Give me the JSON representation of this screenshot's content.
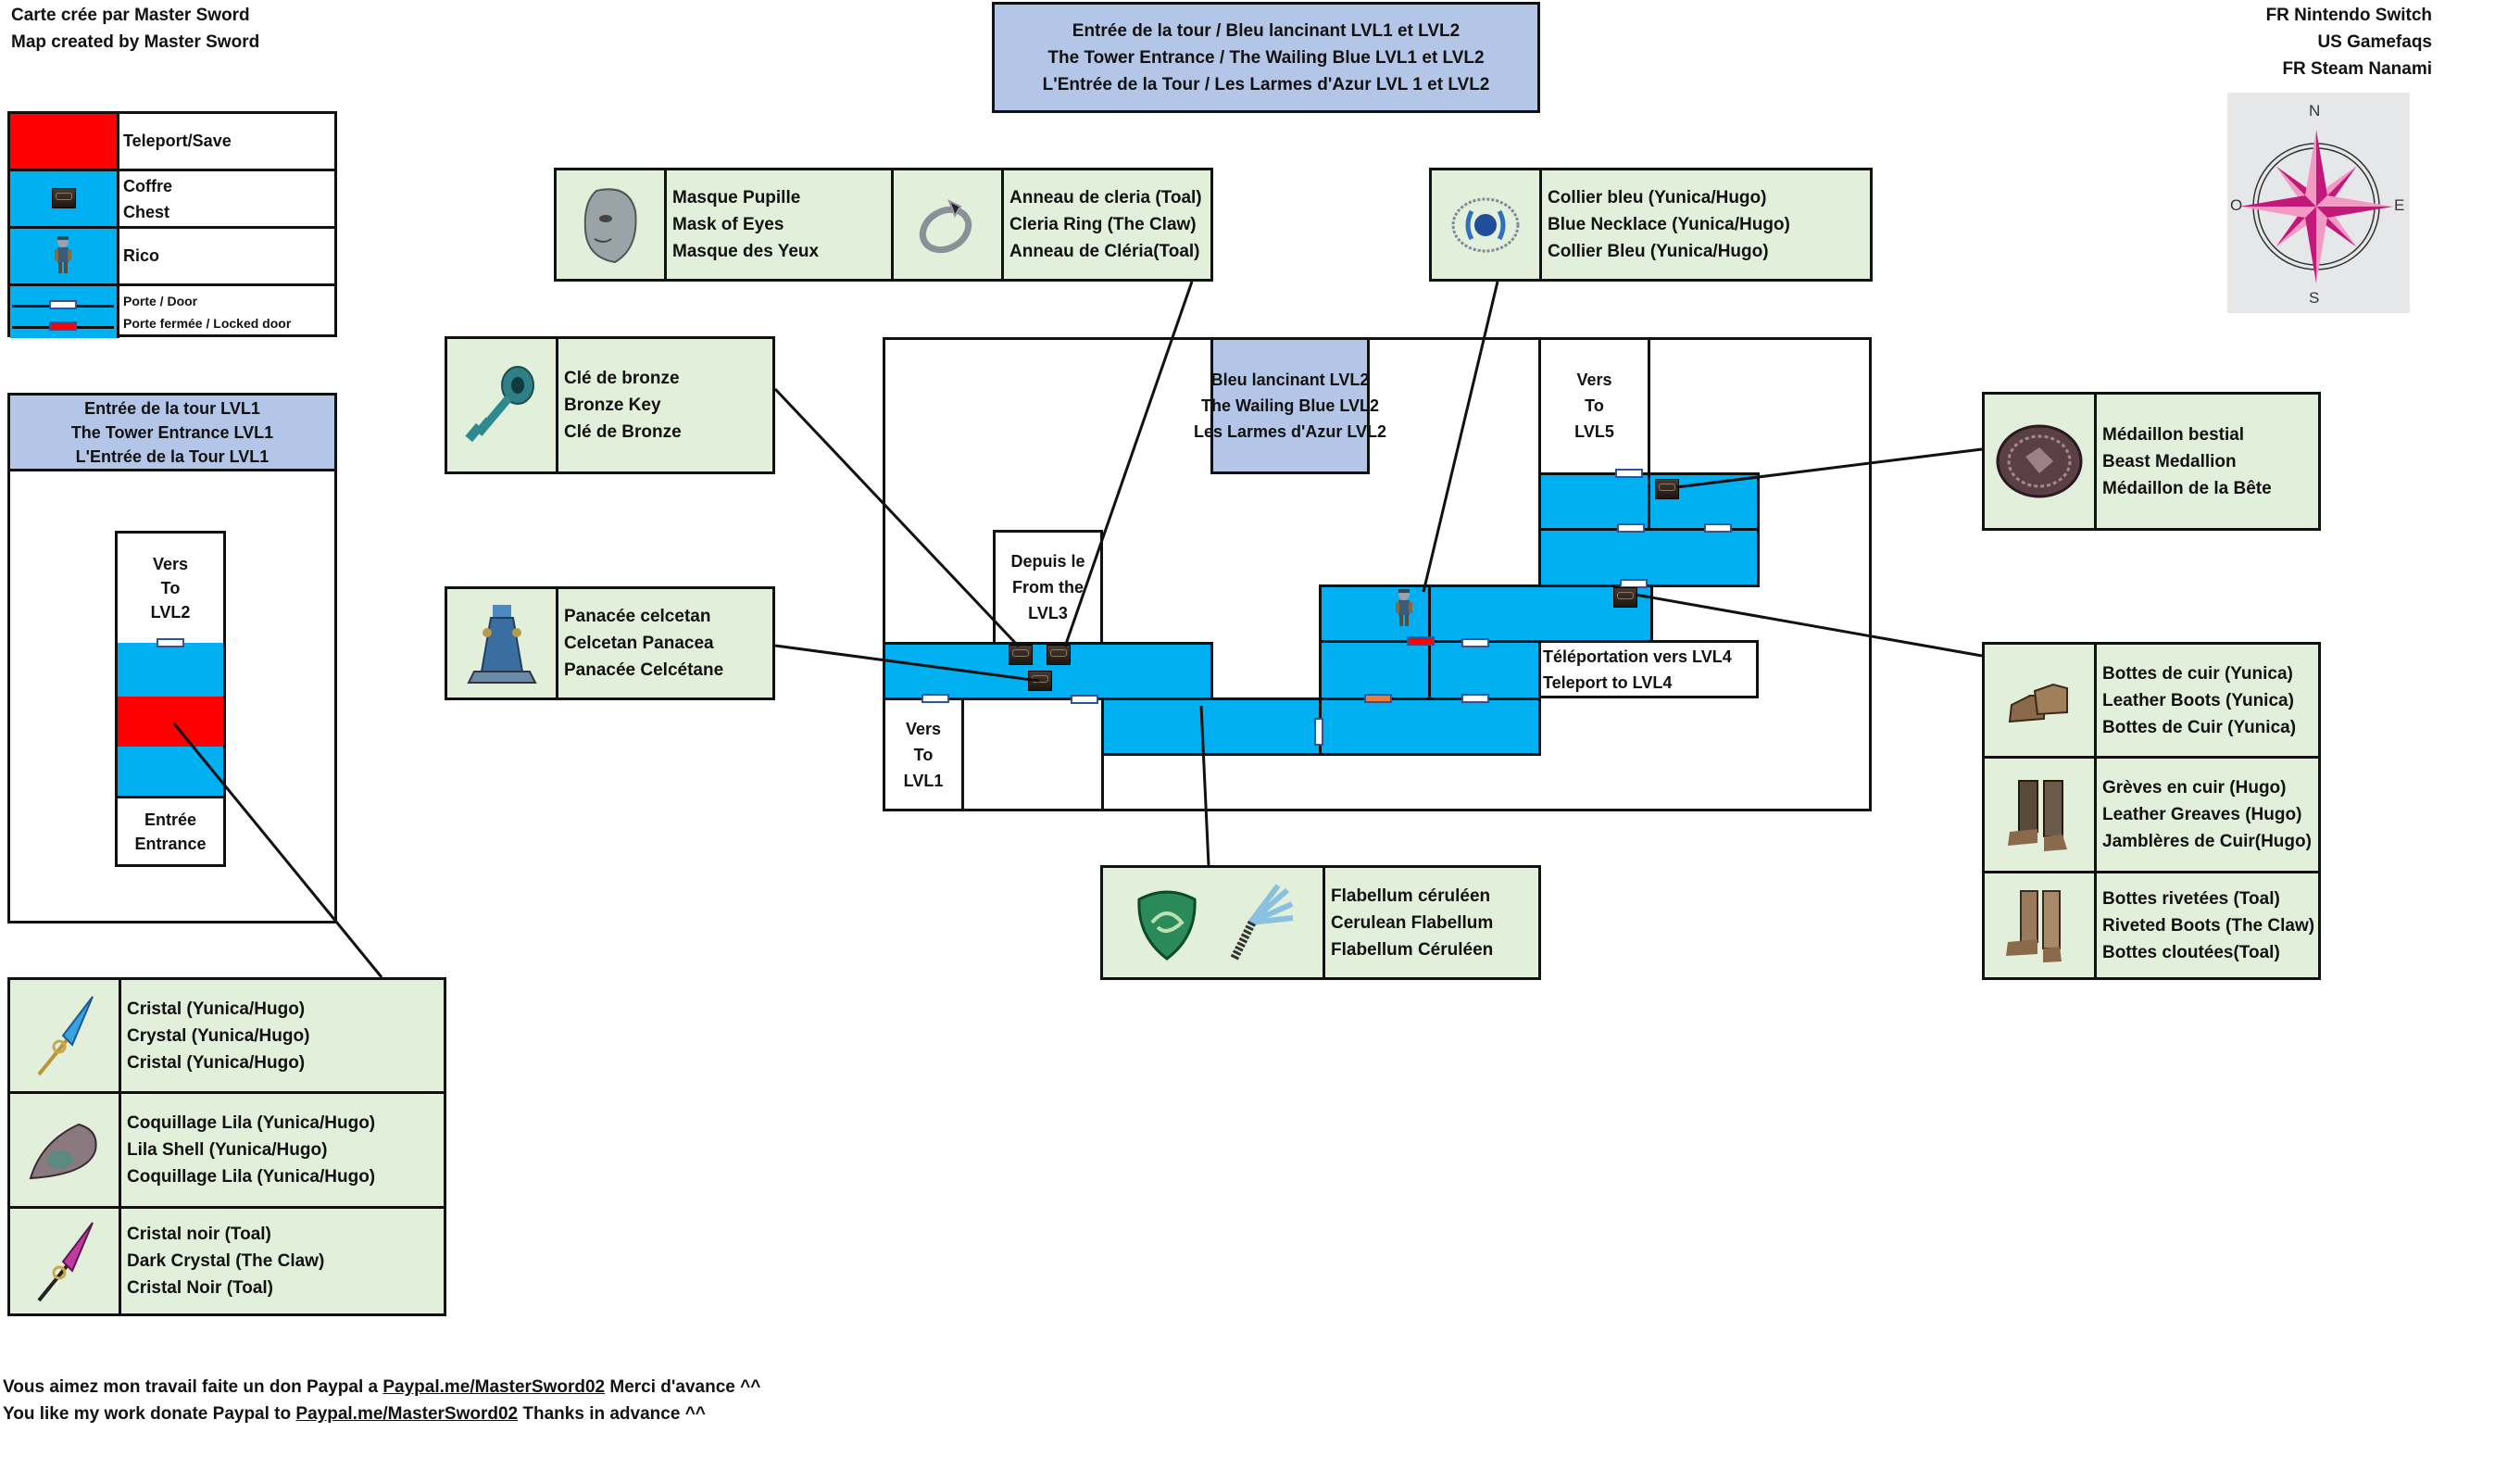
{
  "credits": {
    "line1": "Carte crée par Master Sword",
    "line2": "Map created by Master Sword"
  },
  "sources": [
    "FR Nintendo Switch",
    "US Gamefaqs",
    "FR Steam Nanami"
  ],
  "title": {
    "line1": "Entrée de la tour / Bleu lancinant LVL1 et LVL2",
    "line2": "The Tower Entrance / The Wailing Blue LVL1 et LVL2",
    "line3": "L'Entrée de la Tour / Les Larmes d'Azur LVL 1 et LVL2"
  },
  "compass": {
    "north": "N",
    "south": "S",
    "east": "E",
    "west": "O"
  },
  "legend": {
    "teleport": "Teleport/Save",
    "chest_fr": "Coffre",
    "chest_en": "Chest",
    "rico": "Rico",
    "door": "Porte / Door",
    "locked_door": "Porte fermée / Locked door"
  },
  "colors": {
    "room": "#00b0f0",
    "teleport": "#ff0000",
    "header": "#b4c6e7",
    "item_box": "#e2efda",
    "door_border": "#2f5597",
    "orange_door": "#ed7d31"
  },
  "lvl1": {
    "header": [
      "Entrée de la tour LVL1",
      "The Tower Entrance LVL1",
      "L'Entrée de la Tour LVL1"
    ],
    "to_lvl2": [
      "Vers",
      "To",
      "LVL2"
    ],
    "entrance": [
      "Entrée",
      "Entrance"
    ]
  },
  "lvl2": {
    "header": [
      "Bleu lancinant LVL2",
      "The Wailing Blue LVL2",
      "Les Larmes d'Azur LVL2"
    ],
    "from_lvl3": [
      "Depuis le",
      "From the",
      "LVL3"
    ],
    "to_lvl1": [
      "Vers",
      "To",
      "LVL1"
    ],
    "to_lvl5": [
      "Vers",
      "To",
      "LVL5"
    ],
    "teleport_lvl4": [
      "Téléportation vers LVL4",
      "Teleport to LVL4"
    ]
  },
  "items": {
    "mask": [
      "Masque Pupille",
      "Mask of Eyes",
      "Masque des Yeux"
    ],
    "ring": [
      "Anneau de cleria (Toal)",
      "Cleria Ring (The Claw)",
      "Anneau de Cléria(Toal)"
    ],
    "necklace": [
      "Collier bleu (Yunica/Hugo)",
      "Blue Necklace (Yunica/Hugo)",
      "Collier Bleu (Yunica/Hugo)"
    ],
    "key": [
      "Clé de bronze",
      "Bronze Key",
      "Clé de Bronze"
    ],
    "panacea": [
      "Panacée celcetan",
      "Celcetan Panacea",
      "Panacée Celcétane"
    ],
    "medallion": [
      "Médaillon bestial",
      "Beast Medallion",
      "Médaillon de la Bête"
    ],
    "boots_yunica": [
      "Bottes de cuir (Yunica)",
      "Leather Boots (Yunica)",
      "Bottes de Cuir (Yunica)"
    ],
    "greaves_hugo": [
      "Grèves en cuir (Hugo)",
      "Leather Greaves (Hugo)",
      "Jamblères de Cuir(Hugo)"
    ],
    "boots_toal": [
      "Bottes rivetées (Toal)",
      "Riveted Boots (The Claw)",
      "Bottes cloutées(Toal)"
    ],
    "flabellum": [
      "Flabellum céruléen",
      "Cerulean Flabellum",
      "Flabellum Céruléen"
    ],
    "crystal": [
      "Cristal (Yunica/Hugo)",
      "Crystal (Yunica/Hugo)",
      "Cristal (Yunica/Hugo)"
    ],
    "shell": [
      "Coquillage Lila (Yunica/Hugo)",
      "Lila Shell (Yunica/Hugo)",
      "Coquillage Lila (Yunica/Hugo)"
    ],
    "dark_crystal": [
      "Cristal noir (Toal)",
      "Dark Crystal (The Claw)",
      "Cristal Noir (Toal)"
    ]
  },
  "footer": {
    "fr_prefix": "Vous aimez mon travail faite un don Paypal a ",
    "link": "Paypal.me/MasterSword02",
    "fr_suffix": " Merci d'avance ^^",
    "en_prefix": "You like my work donate Paypal to ",
    "en_suffix": " Thanks in advance ^^"
  }
}
